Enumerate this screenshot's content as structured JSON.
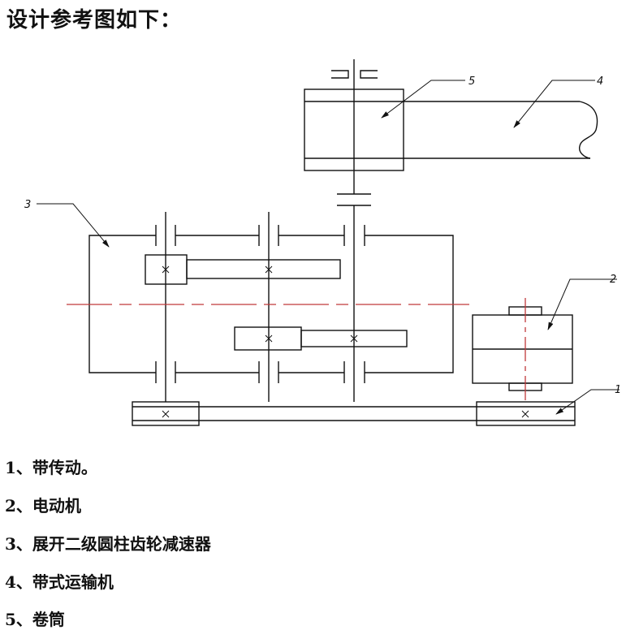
{
  "title": "设计参考图如下：",
  "diagram": {
    "callouts": [
      {
        "id": "1",
        "label": "1"
      },
      {
        "id": "2",
        "label": "2"
      },
      {
        "id": "3",
        "label": "3"
      },
      {
        "id": "4",
        "label": "4"
      },
      {
        "id": "5",
        "label": "5"
      }
    ],
    "colors": {
      "line": "#111111",
      "centerline": "#c0393b"
    }
  },
  "legend": [
    {
      "num": "1",
      "text": "1、带传动。"
    },
    {
      "num": "2",
      "text": "2、电动机"
    },
    {
      "num": "3",
      "text": "3、展开二级圆柱齿轮减速器"
    },
    {
      "num": "4",
      "text": "4、带式运输机"
    },
    {
      "num": "5",
      "text": "5、卷筒"
    }
  ]
}
